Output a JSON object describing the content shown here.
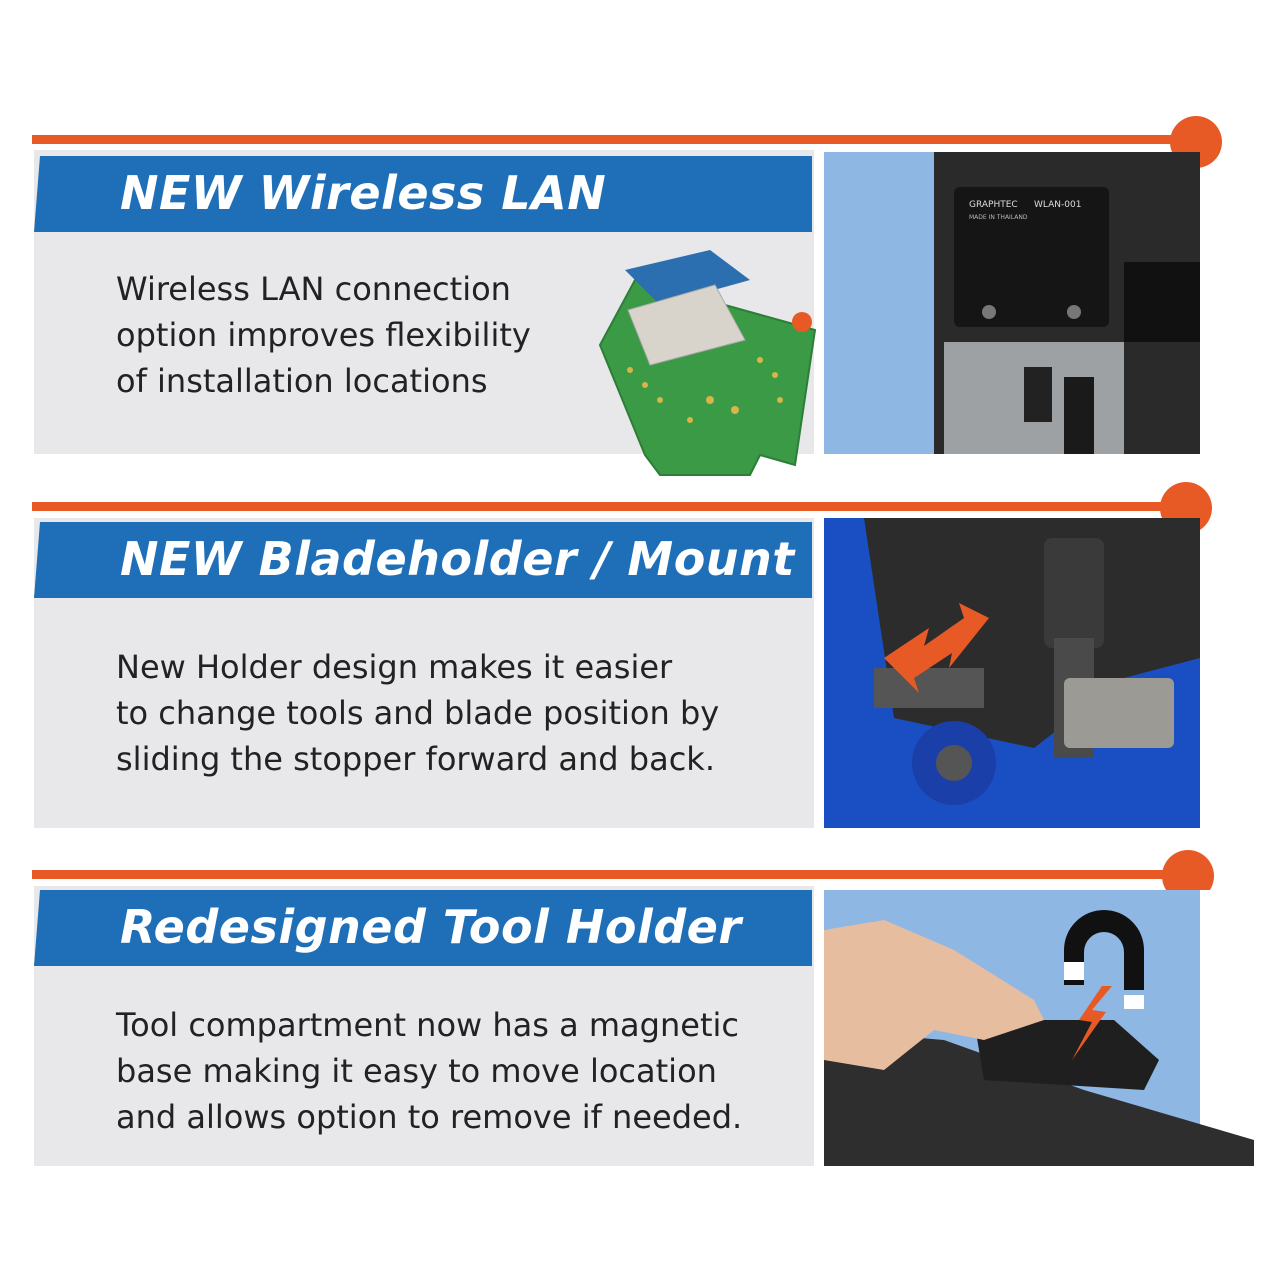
{
  "colors": {
    "accent": "#e85a25",
    "title_bar": "#1f6fb8",
    "panel": "#e8e8ea",
    "photo_bg": "#8fb7e4"
  },
  "features": [
    {
      "title": "NEW Wireless LAN",
      "description": "Wireless LAN connection\noption improves flexibility\nof installation locations",
      "image": "wireless-lan-module-photo"
    },
    {
      "title": "NEW Bladeholder / Mount",
      "description": "New Holder design makes it easier\nto change tools and blade position by\nsliding the stopper forward and back.",
      "image": "bladeholder-mount-photo"
    },
    {
      "title": "Redesigned Tool Holder",
      "description": "Tool compartment now has a magnetic\nbase making it easy to move location\nand allows option to remove if needed.",
      "image": "tool-holder-photo"
    }
  ],
  "module_label": {
    "brand": "GRAPHTEC",
    "model": "WLAN-001",
    "origin": "MADE IN THAILAND"
  }
}
